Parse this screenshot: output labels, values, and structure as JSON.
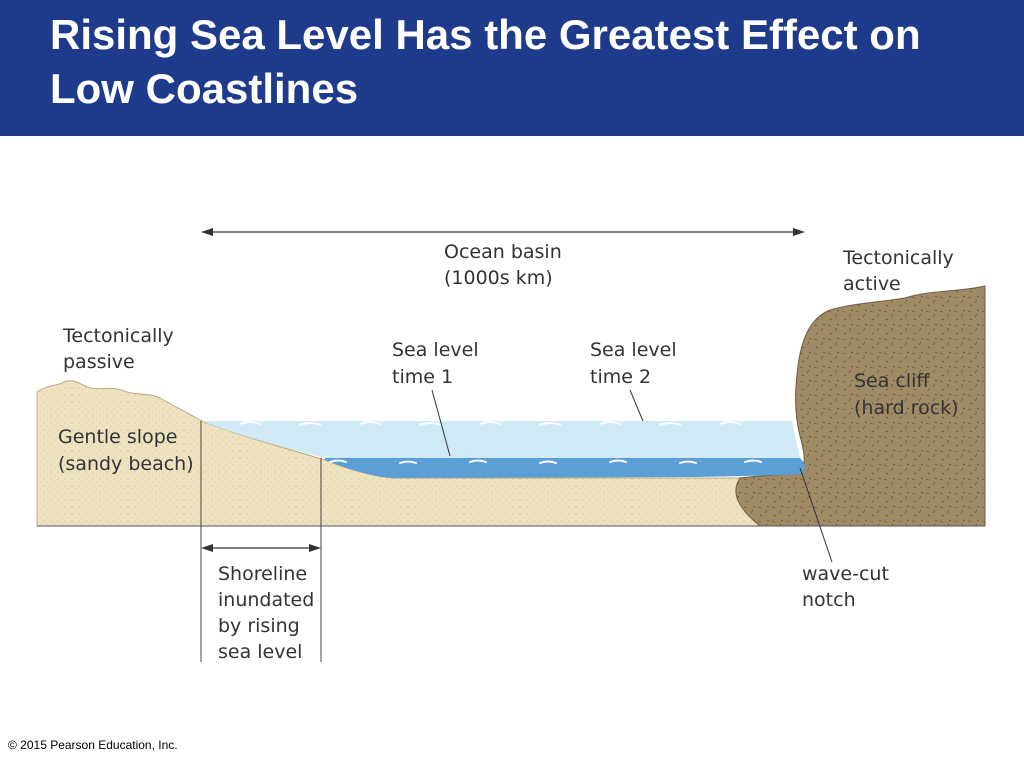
{
  "header": {
    "title": "Rising Sea Level Has the Greatest Effect on Low Coastlines"
  },
  "diagram": {
    "ocean_basin": {
      "line1": "Ocean basin",
      "line2": "(1000s km)"
    },
    "tectonically_active": {
      "line1": "Tectonically",
      "line2": "active"
    },
    "tectonically_passive": {
      "line1": "Tectonically",
      "line2": "passive"
    },
    "sea_level_time1": {
      "line1": "Sea level",
      "line2": "time 1"
    },
    "sea_level_time2": {
      "line1": "Sea level",
      "line2": "time 2"
    },
    "sea_cliff": {
      "line1": "Sea cliff",
      "line2": "(hard rock)"
    },
    "gentle_slope": {
      "line1": "Gentle slope",
      "line2": "(sandy beach)"
    },
    "shoreline": {
      "line1": "Shoreline",
      "line2": "inundated",
      "line3": "by rising",
      "line4": "sea level"
    },
    "wave_cut_notch": {
      "line1": "wave-cut",
      "line2": "notch"
    },
    "colors": {
      "header_bg": "#1e3a8a",
      "sand": "#ede3c0",
      "rock": "#a08b67",
      "water_time2": "#cfe9f5",
      "water_time1": "#5b9fd6"
    }
  },
  "footer": {
    "copyright": "© 2015 Pearson Education, Inc."
  }
}
